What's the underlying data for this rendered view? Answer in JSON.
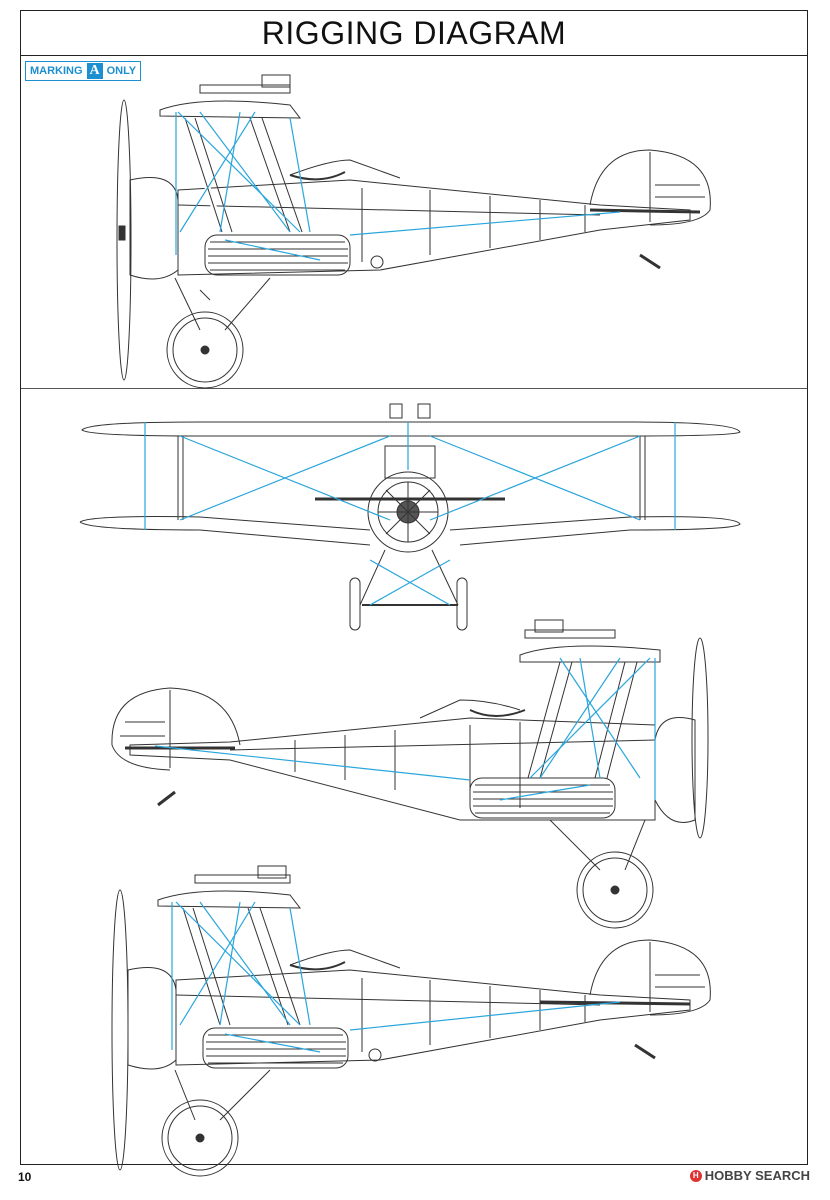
{
  "page": {
    "title": "RIGGING DIAGRAM",
    "marking_badge": {
      "prefix": "MARKING",
      "letter": "A",
      "suffix": "ONLY"
    },
    "page_number": "10",
    "watermark": "HOBBY SEARCH"
  },
  "colors": {
    "line": "#333333",
    "rigging": "#2aa6dc",
    "badge": "#1b8fcf"
  },
  "views": [
    {
      "name": "side-view-left-facing-top"
    },
    {
      "name": "front-view"
    },
    {
      "name": "side-view-right-facing"
    },
    {
      "name": "side-view-left-facing-bottom"
    }
  ]
}
